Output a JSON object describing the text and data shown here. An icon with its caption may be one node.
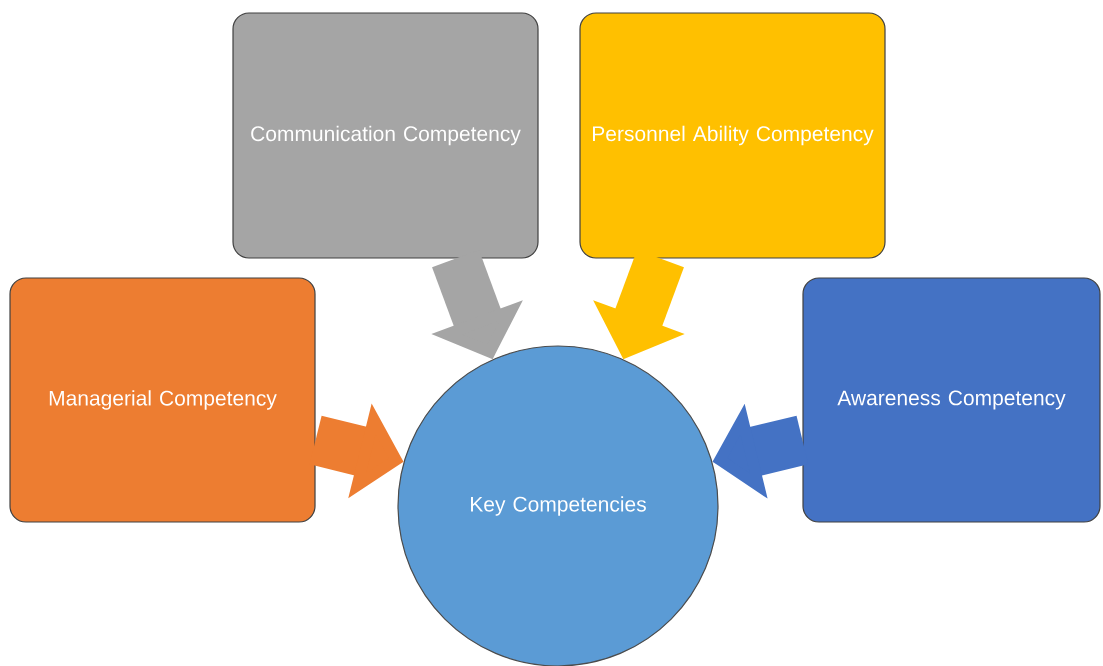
{
  "diagram": {
    "nodes": [
      {
        "text": [
          "Communication Competency"
        ]
      },
      {
        "text": [
          "Personnel Ability Competency"
        ]
      },
      {
        "text": [
          "Managerial Competency"
        ]
      },
      {
        "text": [
          "Awareness Competency"
        ]
      },
      {
        "text": [
          "Key Competencies"
        ]
      }
    ],
    "edges": [
      {
        "from": 0,
        "to": 4,
        "arrow": "to",
        "color": "#a5a5a5"
      },
      {
        "from": 1,
        "to": 4,
        "arrow": "to",
        "color": "#ffc000"
      },
      {
        "from": 2,
        "to": 4,
        "arrow": "to",
        "color": "#ed7d31"
      },
      {
        "from": 3,
        "to": 4,
        "arrow": "to",
        "color": "#4472c4"
      }
    ]
  }
}
